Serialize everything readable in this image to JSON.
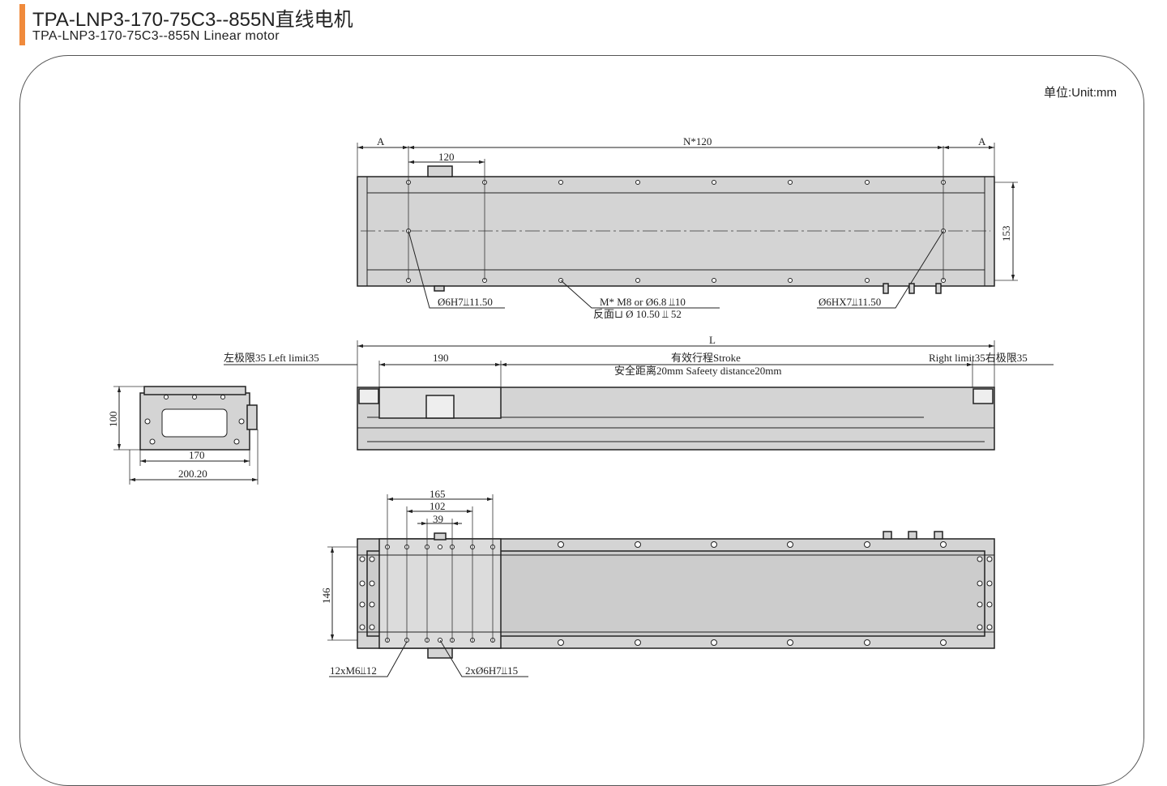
{
  "header": {
    "title": "TPA-LNP3-170-75C3--855N直线电机",
    "subtitle": "TPA-LNP3-170-75C3--855N Linear motor",
    "accent_color": "#f08a3c"
  },
  "unit_label": "单位:Unit:mm",
  "top_view": {
    "dim_a_left": "A",
    "dim_pitch": "N*120",
    "dim_a_right": "A",
    "dim_120": "120",
    "dim_153": "153",
    "callout_left": "Ø6H7⫫11.50",
    "callout_mid_1": "M* M8 or Ø6.8 ⫫10",
    "callout_mid_2": "反面⊔ Ø 10.50 ⫫ 52",
    "callout_right": "Ø6HX7⫫11.50"
  },
  "front_view": {
    "dim_L": "L",
    "dim_190": "190",
    "left_limit": "左极限35 Left limit35",
    "stroke": "有效行程Stroke",
    "safety": "安全距离20mm Safeety distance20mm",
    "right_limit": "Right limit35右极限35"
  },
  "side_view": {
    "dim_100": "100",
    "dim_170": "170",
    "dim_200": "200.20"
  },
  "bottom_view": {
    "dim_165": "165",
    "dim_102": "102",
    "dim_39": "39",
    "dim_146": "146",
    "callout_left": "12xM6⫫12",
    "callout_right": "2xØ6H7⫫15"
  }
}
